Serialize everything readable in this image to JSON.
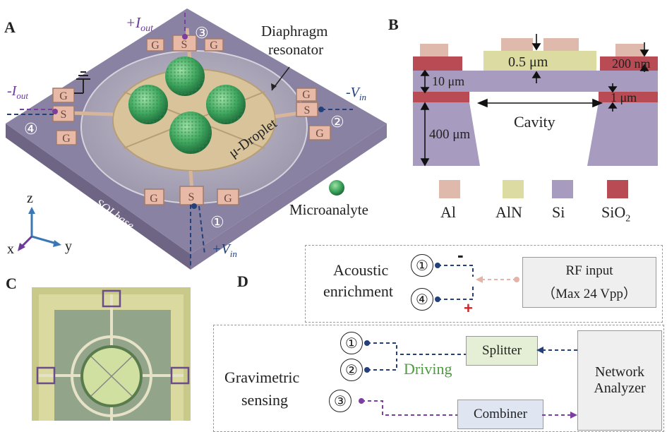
{
  "panels": {
    "a": "A",
    "b": "B",
    "c": "C",
    "d": "D"
  },
  "panel_a": {
    "labels": {
      "diaphragm": "Diaphragm",
      "resonator": "resonator",
      "droplet": "μ-Droplet",
      "soi": "SOI base",
      "microanalyte": "Microanalyte",
      "plus_iout": "+I",
      "plus_iout_sub": "out",
      "minus_iout": "-I",
      "minus_iout_sub": "out",
      "minus_vin": "-V",
      "minus_vin_sub": "in",
      "plus_vin": "+V",
      "plus_vin_sub": "in",
      "port1": "①",
      "port2": "②",
      "port3": "③",
      "port4": "④",
      "g": "G",
      "s": "S",
      "axis_x": "x",
      "axis_y": "y",
      "axis_z": "z"
    }
  },
  "panel_b": {
    "dims": {
      "t05": "0.5 μm",
      "t200": "200 nm",
      "t10": "10 μm",
      "t1": "1 μm",
      "t400": "400 μm",
      "cavity": "Cavity"
    },
    "legend": [
      {
        "label": "Al",
        "color": "#e0b9ad"
      },
      {
        "label": "AlN",
        "color": "#dcdca2"
      },
      {
        "label": "Si",
        "color": "#a79cc0"
      },
      {
        "label": "SiO",
        "sub": "2",
        "color": "#b94b55"
      }
    ]
  },
  "panel_d": {
    "acoustic1": "Acoustic",
    "acoustic2": "enrichment",
    "rf1": "RF input",
    "rf2": "（Max 24 Vpp）",
    "minus": "-",
    "plus": "+",
    "grav1": "Gravimetric",
    "grav2": "sensing",
    "splitter": "Splitter",
    "combiner": "Combiner",
    "driving": "Driving",
    "network1": "Network",
    "network2": "Analyzer",
    "c1": "①",
    "c2": "②",
    "c3": "③",
    "c4": "④"
  }
}
